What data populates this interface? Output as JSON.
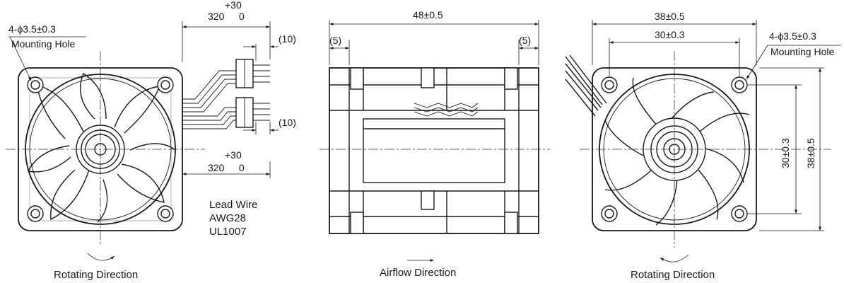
{
  "front_view": {
    "hole_spec": "4-ϕ3.5±0.3",
    "hole_label": "Mounting Hole",
    "lead_length_top": "320",
    "lead_tol_top_plus": "+30",
    "lead_tol_top_minus": "0",
    "lead_strip_top": "(10)",
    "lead_length_bottom": "320",
    "lead_tol_bottom_plus": "+30",
    "lead_tol_bottom_minus": "0",
    "lead_strip_bottom": "(10)",
    "wire_line1": "Lead Wire",
    "wire_line2": "AWG28",
    "wire_line3": "UL1007",
    "caption": "Rotating Direction"
  },
  "side_view": {
    "overall_width": "48±0.5",
    "left_offset": "(5)",
    "right_offset": "(5)",
    "caption": "Airflow Direction"
  },
  "rear_view": {
    "outer_width": "38±0.5",
    "hole_pitch_h": "30±0.3",
    "hole_spec": "4-ϕ3.5±0.3",
    "hole_label": "Mounting Hole",
    "hole_pitch_v": "30±0.3",
    "outer_height": "38±0.5",
    "caption": "Rotating Direction"
  }
}
